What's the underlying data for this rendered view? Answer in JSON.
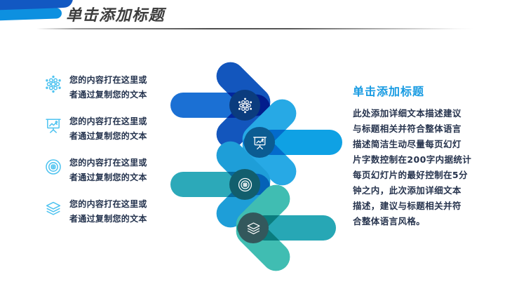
{
  "header": {
    "title": "单击添加标题",
    "accent_dark": "#1258C2",
    "accent_light": "#0D90E0"
  },
  "left_list": {
    "icon_color": "#4EC3F0",
    "items": [
      {
        "icon": "molecule-icon",
        "line1": "您的内容打在这里或",
        "line2": "者通过复制您的文本"
      },
      {
        "icon": "presentation-board-icon",
        "line1": "您的内容打在这里或",
        "line2": "者通过复制您的文本"
      },
      {
        "icon": "target-icon",
        "line1": "您的内容打在这里或",
        "line2": "者通过复制您的文本"
      },
      {
        "icon": "layers-icon",
        "line1": "您的内容打在这里或",
        "line2": "者通过复制您的文本"
      }
    ]
  },
  "arrows": [
    {
      "direction": "right",
      "icon": "molecule-icon",
      "chevron_color": "#1356BD",
      "shaft_color": "#1B70D4",
      "hub_color": "#0B3C7E"
    },
    {
      "direction": "left",
      "icon": "presentation-board-icon",
      "chevron_color": "#27A9E5",
      "shaft_color": "#0FA1E4",
      "hub_color": "#0B5C92"
    },
    {
      "direction": "right",
      "icon": "target-icon",
      "chevron_color": "#1E9ED8",
      "shaft_color": "#2CA9B9",
      "hub_color": "#125E6D"
    },
    {
      "direction": "left",
      "icon": "layers-icon",
      "chevron_color": "#40BDB2",
      "shaft_color": "#27A7B5",
      "hub_color": "#33585C"
    }
  ],
  "right_panel": {
    "heading": "单击添加标题",
    "heading_color": "#189BE2",
    "body_lines": [
      "此处添加详细文本描述建议",
      "与标题相关并符合整体语言",
      "描述简洁生动尽量每页幻灯",
      "片字数控制在200字内据统计",
      "每页幻灯片的最好控制在5分",
      "钟之内，此次添加详细文本",
      "描述，建议与标题相关并符",
      "合整体语言风格。"
    ]
  }
}
